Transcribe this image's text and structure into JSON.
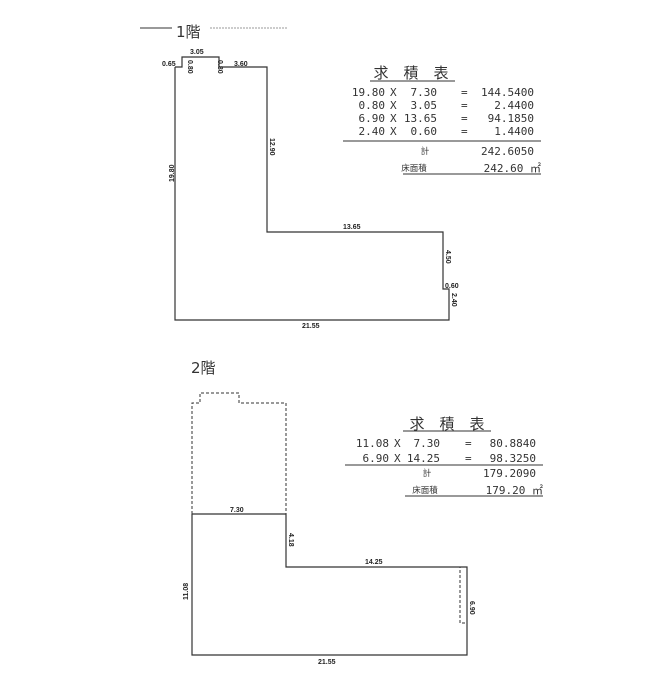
{
  "floor1": {
    "label": "1階",
    "dimensions": {
      "top_bump": "3.05",
      "top_left": "0.65",
      "bump_left": "0.80",
      "bump_right": "0.80",
      "top_right": "3.60",
      "inner_vertical": "12.90",
      "left": "19.80",
      "middle": "13.65",
      "right_upper": "4.50",
      "step": "0.60",
      "right_lower": "2.40",
      "bottom": "21.55"
    },
    "table": {
      "title": "求 積 表",
      "rows": [
        {
          "a": "19.80",
          "x": "X",
          "b": "7.30",
          "eq": "=",
          "result": "144.5400"
        },
        {
          "a": "0.80",
          "x": "X",
          "b": "3.05",
          "eq": "=",
          "result": "2.4400"
        },
        {
          "a": "6.90",
          "x": "X",
          "b": "13.65",
          "eq": "=",
          "result": "94.1850"
        },
        {
          "a": "2.40",
          "x": "X",
          "b": "0.60",
          "eq": "=",
          "result": "1.4400"
        }
      ],
      "total_label": "計",
      "total": "242.6050",
      "area_label": "床面積",
      "area": "242.60 ㎡"
    }
  },
  "floor2": {
    "label": "2階",
    "dimensions": {
      "upper_width": "7.30",
      "inner_vertical": "4.18",
      "middle": "14.25",
      "left": "11.08",
      "right": "6.90",
      "bottom": "21.55"
    },
    "table": {
      "title": "求 積 表",
      "rows": [
        {
          "a": "11.08",
          "x": "X",
          "b": "7.30",
          "eq": "=",
          "result": "80.8840"
        },
        {
          "a": "6.90",
          "x": "X",
          "b": "14.25",
          "eq": "=",
          "result": "98.3250"
        }
      ],
      "total_label": "計",
      "total": "179.2090",
      "area_label": "床面積",
      "area": "179.20 ㎡"
    }
  }
}
